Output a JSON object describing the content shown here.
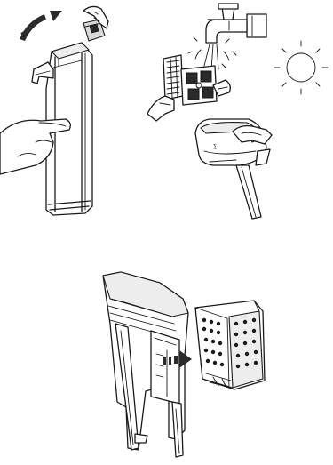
{
  "illustration": {
    "steps": [
      {
        "id": "remove-filter"
      },
      {
        "id": "rinse-and-dry"
      },
      {
        "id": "refit-filter"
      }
    ],
    "icons": [
      "curved-arrow-icon",
      "tap-icon",
      "water-drops-icon",
      "sun-icon",
      "insert-arrow-icon"
    ],
    "filter_mark": "∑"
  }
}
